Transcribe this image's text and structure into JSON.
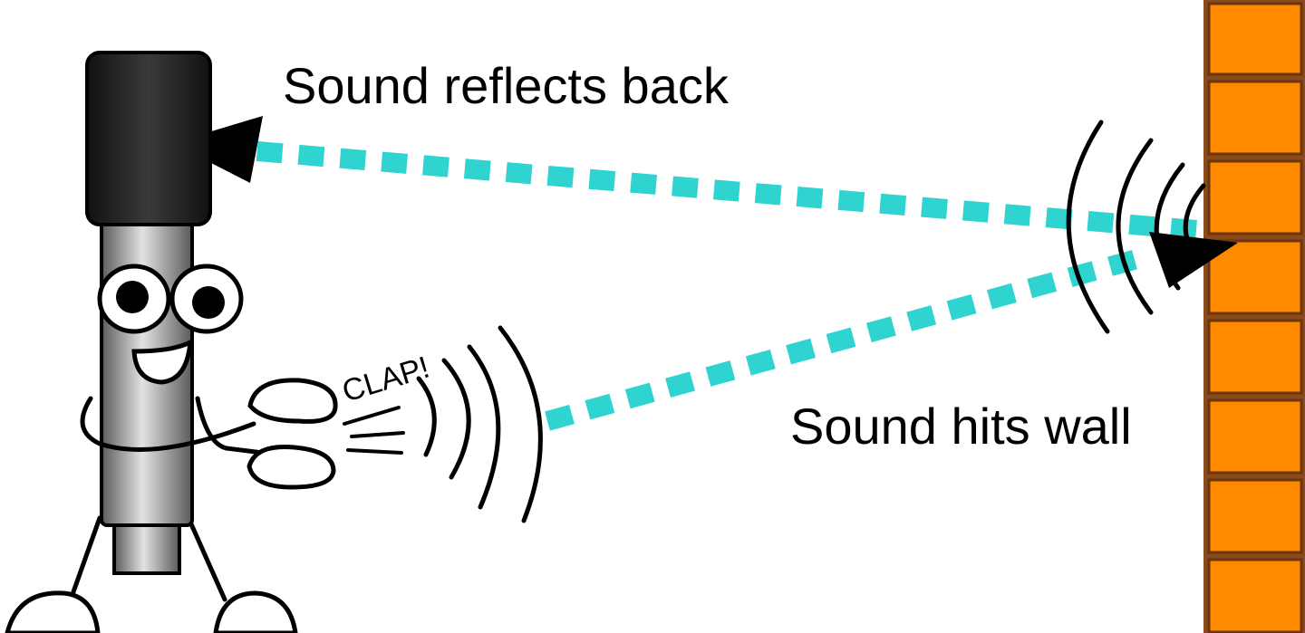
{
  "labels": {
    "reflect": "Sound reflects back",
    "hits": "Sound hits wall",
    "clap": "CLAP!"
  },
  "colors": {
    "sound_path": "#2fd3cf",
    "wall_brick": "#ff8a00",
    "wall_mortar": "#8a4a1a",
    "mic_head": "#1e1e1e",
    "mic_body": "#9a9a9a",
    "outline": "#000000"
  },
  "icons": {
    "character": "microphone-character-icon",
    "wall": "brick-wall-icon",
    "clap": "clapping-hands-icon",
    "waves": "sound-wave-icon",
    "arrow": "arrowhead-icon"
  }
}
